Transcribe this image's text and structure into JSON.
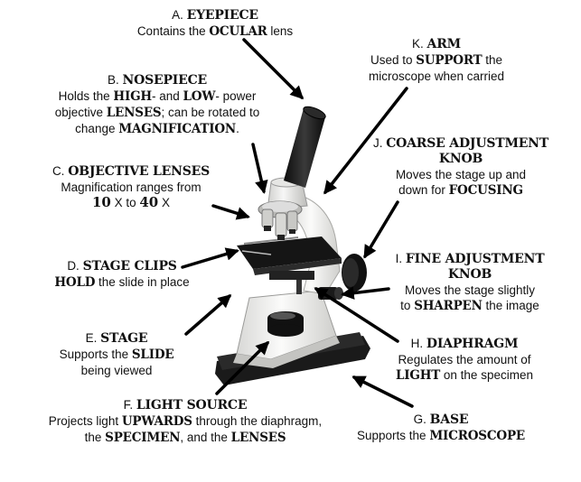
{
  "labels": {
    "eyepiece": {
      "letter": "A.",
      "name": "EYEPIECE",
      "lines": [
        [
          "Contains the ",
          {
            "b": "OCULAR"
          },
          " lens"
        ]
      ]
    },
    "arm": {
      "letter": "K.",
      "name": "ARM",
      "lines": [
        [
          "Used to ",
          {
            "b": "SUPPORT"
          },
          " the"
        ],
        [
          "microscope when carried"
        ]
      ]
    },
    "nosepiece": {
      "letter": "B.",
      "name": "NOSEPIECE",
      "lines": [
        [
          "Holds the ",
          {
            "b": "HIGH"
          },
          "- and ",
          {
            "b": "LOW"
          },
          "- power"
        ],
        [
          "objective ",
          {
            "b": "LENSES"
          },
          ";  can be rotated to"
        ],
        [
          "change ",
          {
            "b": "MAGNIFICATION"
          },
          "."
        ]
      ]
    },
    "coarse": {
      "letter": "J.",
      "name": "COARSE ADJUSTMENT",
      "name2": "KNOB",
      "lines": [
        [
          "Moves the stage up and"
        ],
        [
          "down for ",
          {
            "b": "FOCUSING"
          }
        ]
      ]
    },
    "objective": {
      "letter": "C.",
      "name": "OBJECTIVE LENSES",
      "lines": [
        [
          "Magnification ranges from"
        ],
        [
          {
            "big": "10"
          },
          " X to ",
          {
            "big": "40"
          },
          " X"
        ]
      ]
    },
    "stageclips": {
      "letter": "D.",
      "name": "STAGE CLIPS",
      "lines": [
        [
          {
            "b": "HOLD"
          },
          " the slide in place"
        ]
      ]
    },
    "fine": {
      "letter": "I.",
      "name": "FINE ADJUSTMENT",
      "name2": "KNOB",
      "lines": [
        [
          "Moves the stage slightly"
        ],
        [
          "to ",
          {
            "b": "SHARPEN"
          },
          " the image"
        ]
      ]
    },
    "stage": {
      "letter": "E.",
      "name": "STAGE",
      "lines": [
        [
          "Supports the ",
          {
            "b": "SLIDE"
          }
        ],
        [
          "being viewed"
        ]
      ]
    },
    "diaphragm": {
      "letter": "H.",
      "name": "DIAPHRAGM",
      "lines": [
        [
          "Regulates the amount of"
        ],
        [
          {
            "b": "LIGHT"
          },
          " on the specimen"
        ]
      ]
    },
    "light": {
      "letter": "F.",
      "name": "LIGHT SOURCE",
      "lines": [
        [
          "Projects light ",
          {
            "b": "UPWARDS"
          },
          " through the diaphragm,"
        ],
        [
          "the ",
          {
            "b": "SPECIMEN"
          },
          ", and the ",
          {
            "b": "LENSES"
          }
        ]
      ]
    },
    "base": {
      "letter": "G.",
      "name": "BASE",
      "lines": [
        [
          "Supports the ",
          {
            "b": "MICROSCOPE"
          }
        ]
      ]
    }
  },
  "colors": {
    "text": "#111111",
    "arrow": "#000000",
    "body": "#f2f2f0",
    "dark": "#1c1c1c"
  }
}
